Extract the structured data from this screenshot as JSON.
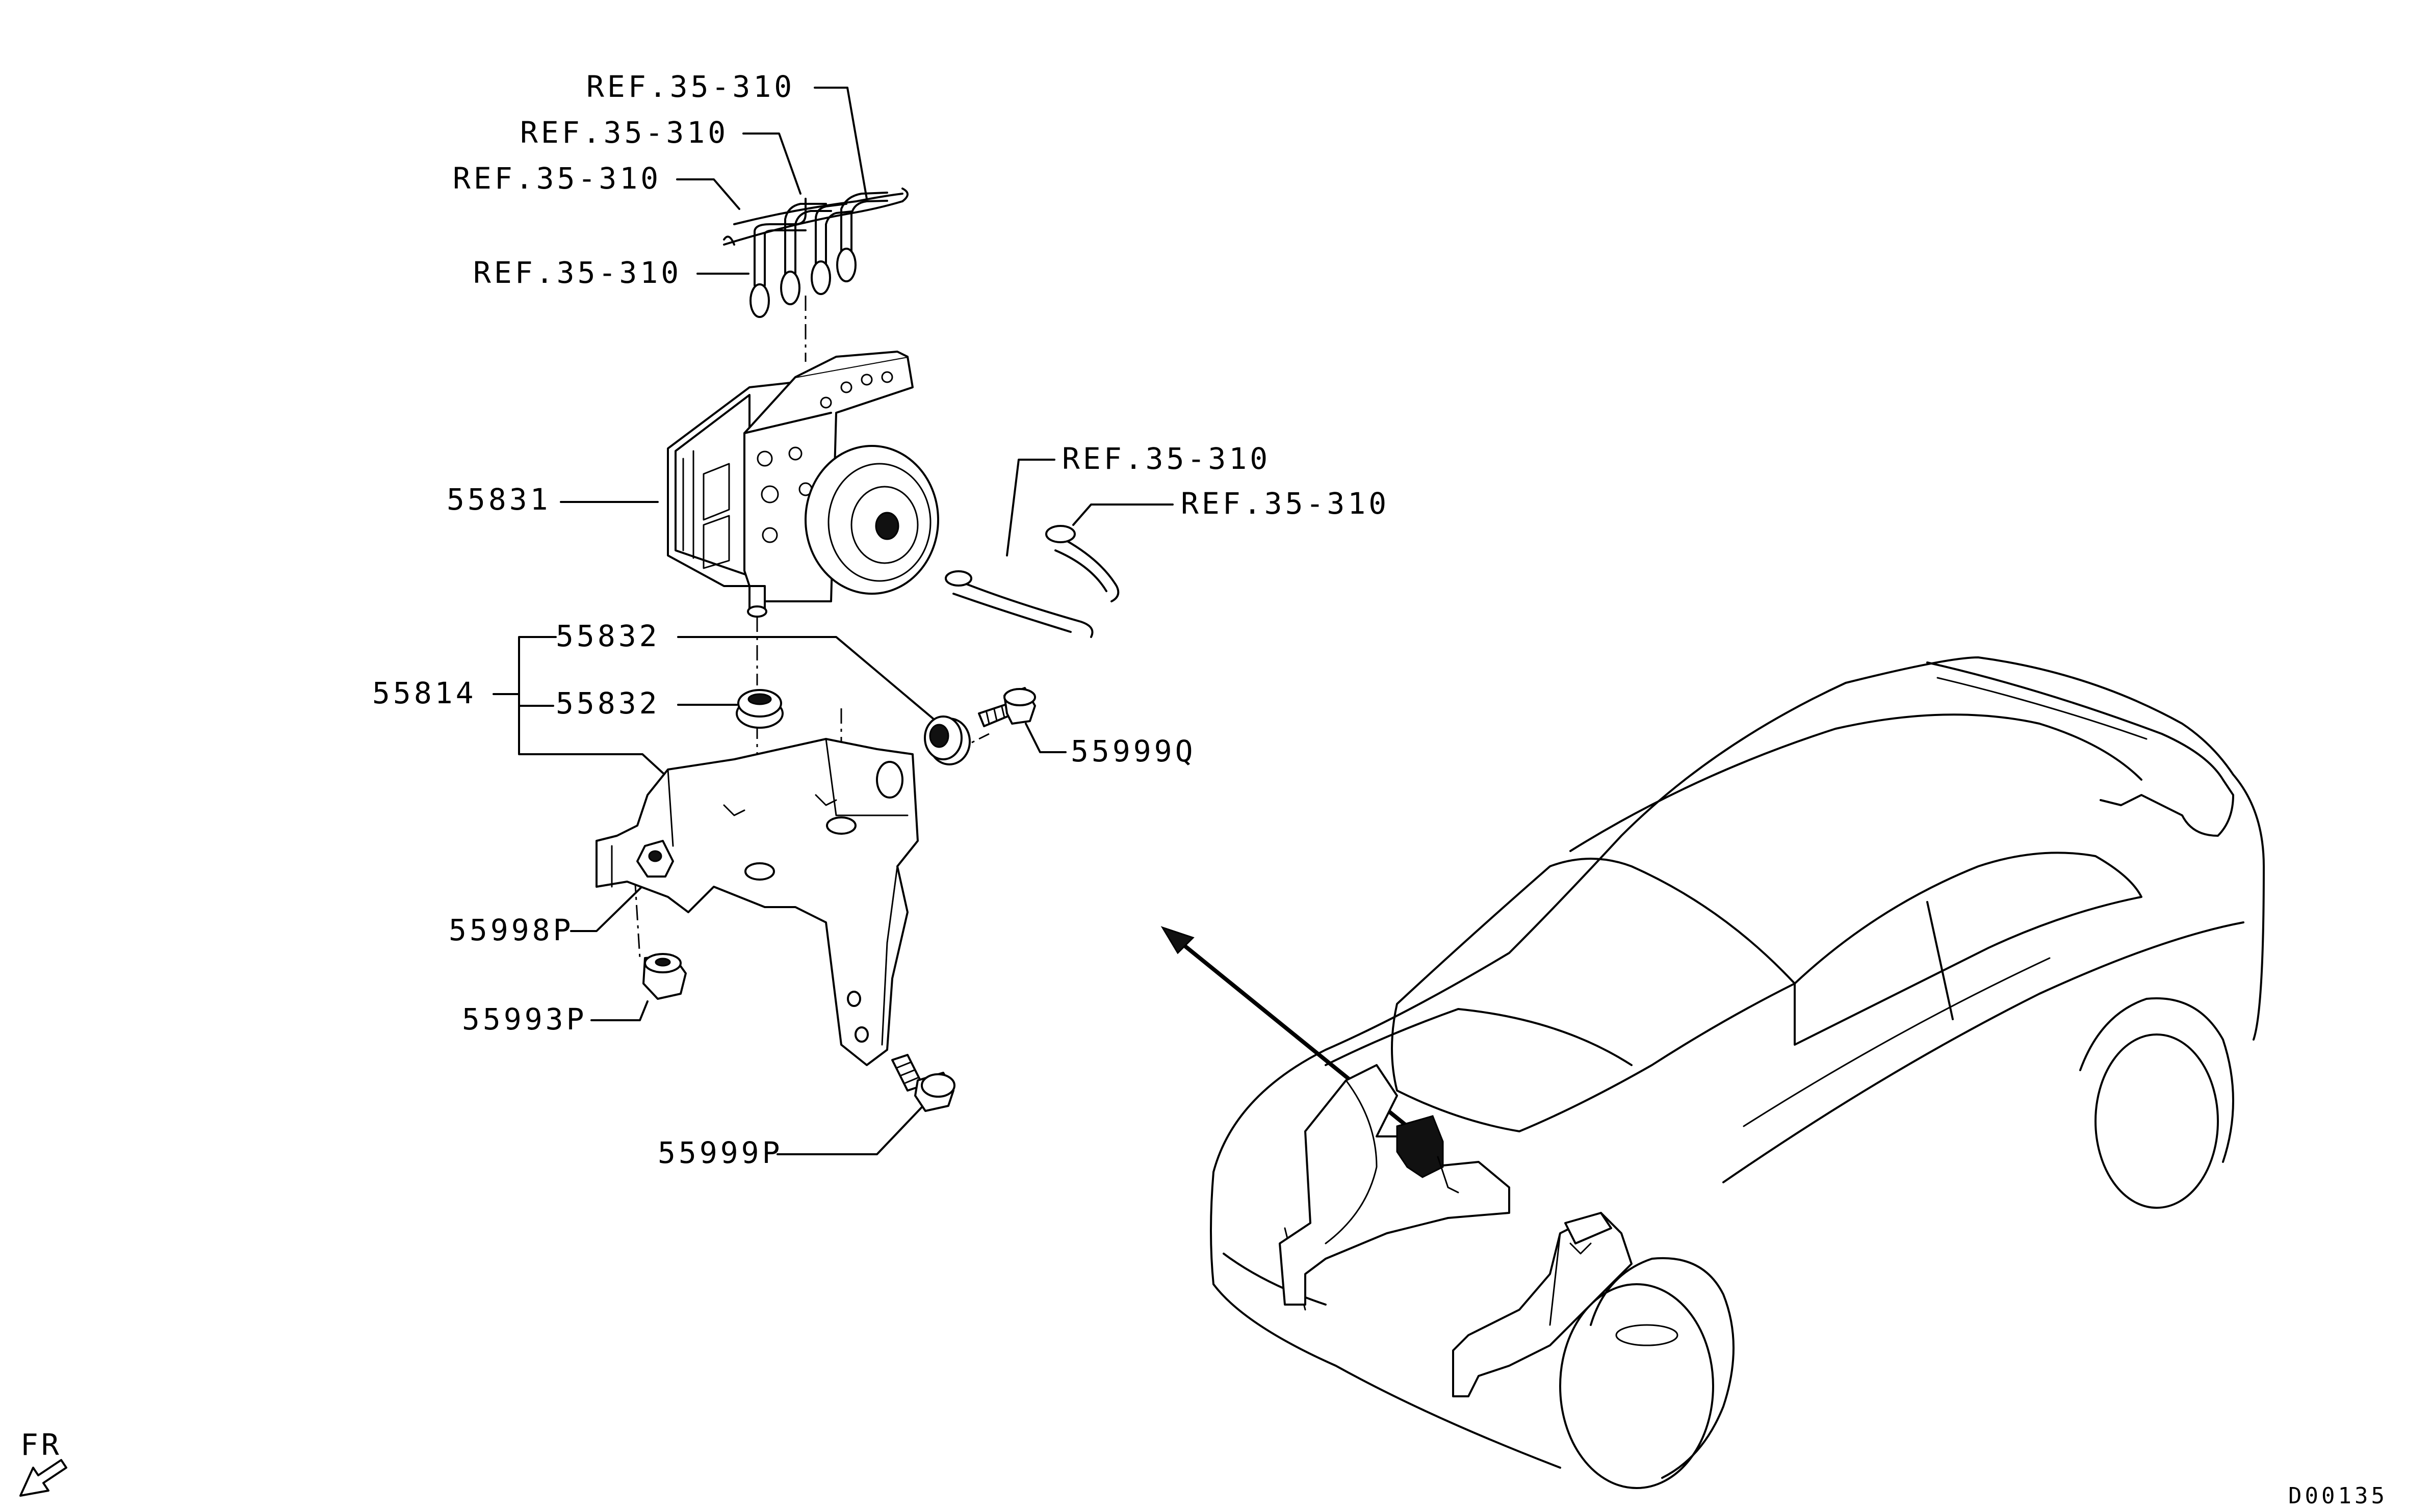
{
  "labels": {
    "ref_1": "REF.35-310",
    "ref_2": "REF.35-310",
    "ref_3": "REF.35-310",
    "ref_4": "REF.35-310",
    "ref_5": "REF.35-310",
    "ref_6": "REF.35-310",
    "part_55831": "55831",
    "part_55832_a": "55832",
    "part_55832_b": "55832",
    "part_55814": "55814",
    "part_55999q": "55999Q",
    "part_55998p": "55998P",
    "part_55993p": "55993P",
    "part_55999p": "55999P",
    "front_marker": "FR",
    "diagram_code": "D00135"
  }
}
